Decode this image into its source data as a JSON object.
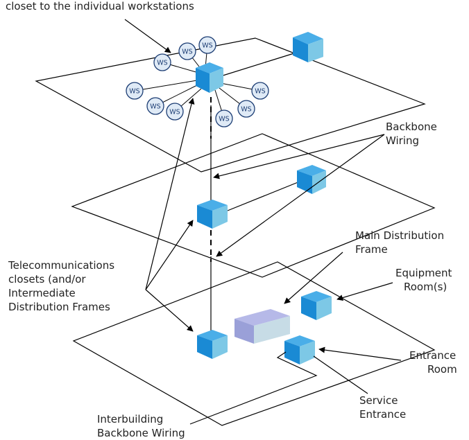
{
  "labels": {
    "horizontal_top": "closet to the individual workstations",
    "backbone_1": "Backbone",
    "backbone_2": "Wiring",
    "main_dist_1": "Main Distribution",
    "main_dist_2": "Frame",
    "telecom_1": "Telecommunications",
    "telecom_2": "closets (and/or",
    "telecom_3": "Intermediate",
    "telecom_4": "Distribution Frames",
    "equipment_1": "Equipment",
    "equipment_2": "Room(s)",
    "entrance_1": "Entrance",
    "entrance_2": "Room",
    "service_1": "Service",
    "service_2": "Entrance",
    "interbuilding_1": "Interbuilding",
    "interbuilding_2": "Backbone Wiring"
  },
  "ws_label": "WS",
  "colors": {
    "cube_front": "#1a8ad4",
    "cube_side": "#7dc8e6",
    "cube_top": "#4aaee8",
    "ws_fill": "#dfeaf6",
    "ws_stroke": "#1b3c73",
    "mdf_front": "#c7dce6",
    "mdf_top": "#b6b9e8"
  }
}
